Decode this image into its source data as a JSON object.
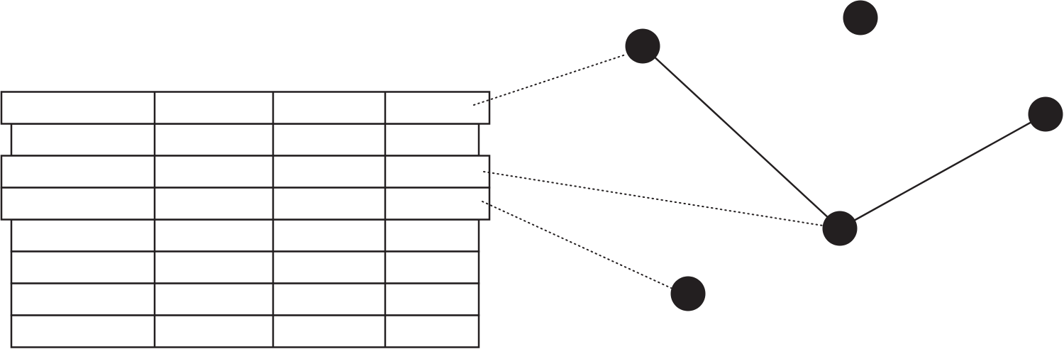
{
  "colors": {
    "ink": "#231f20",
    "background": "#ffffff"
  },
  "table": {
    "column_count": 4,
    "rows": [
      {
        "highlighted": true
      },
      {
        "highlighted": false
      },
      {
        "highlighted": true
      },
      {
        "highlighted": true
      },
      {
        "highlighted": false
      },
      {
        "highlighted": false
      },
      {
        "highlighted": false
      },
      {
        "highlighted": false
      }
    ]
  },
  "nodes": [
    {
      "id": "n1"
    },
    {
      "id": "n2"
    },
    {
      "id": "n3"
    },
    {
      "id": "n4"
    },
    {
      "id": "n5"
    }
  ],
  "edges": [
    {
      "from": "n1",
      "to": "n4"
    },
    {
      "from": "n4",
      "to": "n3"
    }
  ],
  "links": [
    {
      "row": 0,
      "node": "n1"
    },
    {
      "row": 2,
      "node": "n4"
    },
    {
      "row": 3,
      "node": "n5"
    }
  ]
}
